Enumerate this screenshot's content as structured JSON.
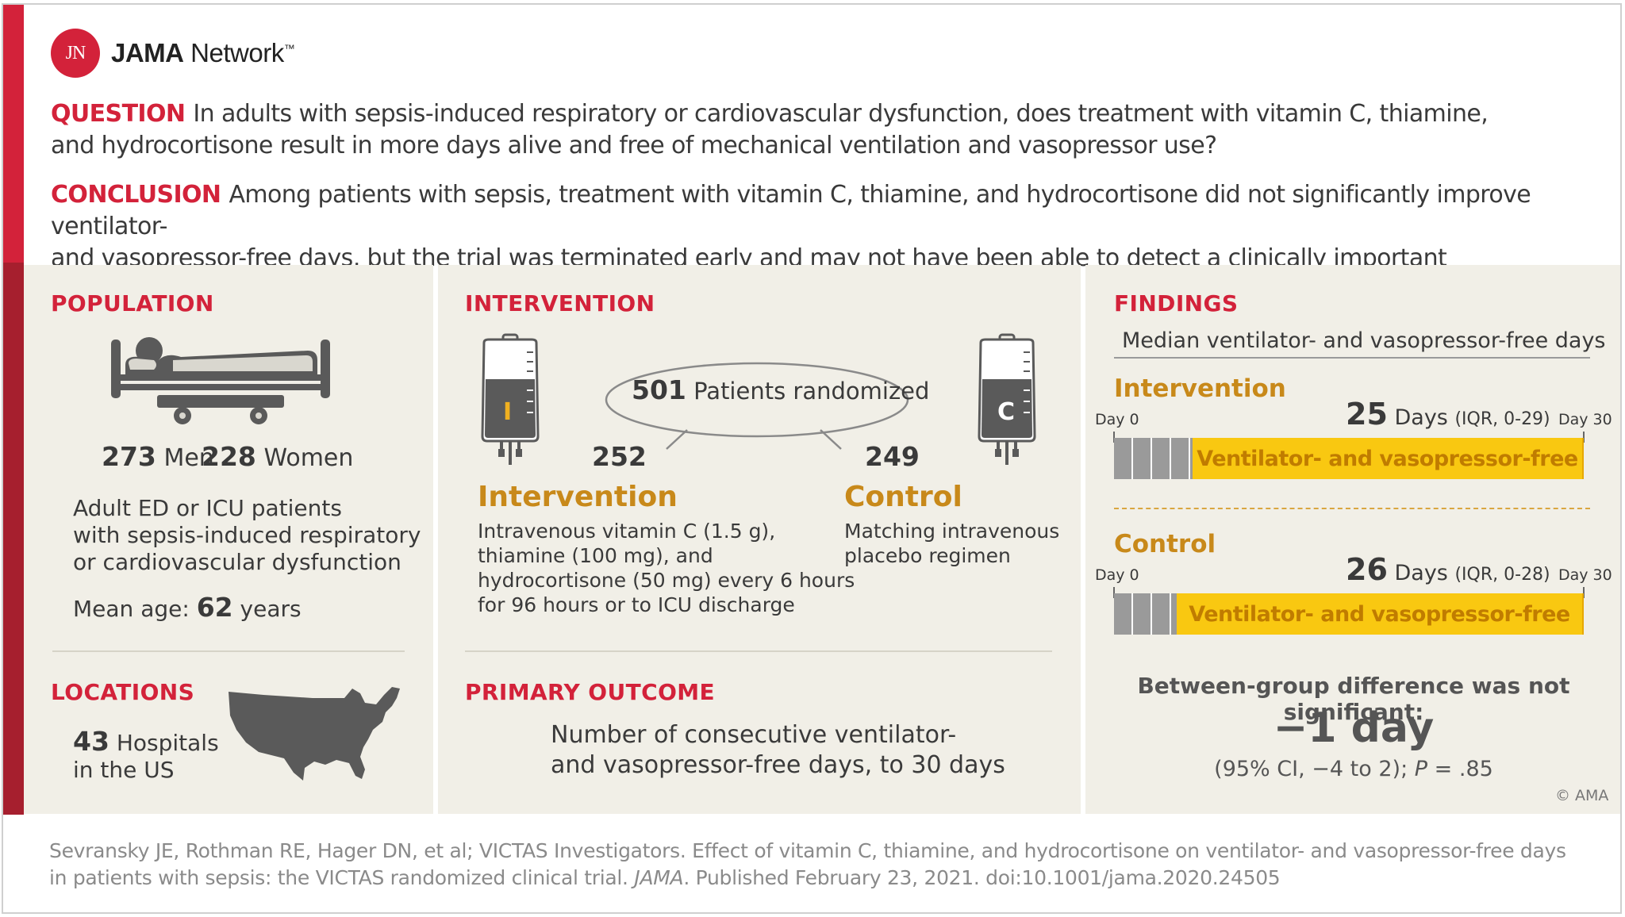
{
  "brand": {
    "logo_mark": "JN",
    "name_bold": "JAMA",
    "name_rest": " Network",
    "tm": "™"
  },
  "question": {
    "label": "QUESTION",
    "line1": "In adults with sepsis-induced respiratory or cardiovascular dysfunction, does treatment with vitamin C, thiamine,",
    "line2": "and hydrocortisone result in more days alive and free of mechanical ventilation and vasopressor use?"
  },
  "conclusion": {
    "label": "CONCLUSION",
    "line1": "Among patients with sepsis, treatment with vitamin C, thiamine, and hydrocortisone did not significantly improve ventilator-",
    "line2": "and vasopressor-free days, but the trial was terminated early and may not have been able to detect a clinically important difference."
  },
  "population": {
    "heading": "POPULATION",
    "men_count": "273",
    "men_label": "Men",
    "women_count": "228",
    "women_label": "Women",
    "desc1": "Adult ED or ICU patients",
    "desc2": "with sepsis-induced respiratory",
    "desc3": "or cardiovascular dysfunction",
    "age_label": "Mean age:",
    "age_value": "62",
    "age_unit": "years"
  },
  "locations": {
    "heading": "LOCATIONS",
    "count": "43",
    "label1": "Hospitals",
    "label2": "in the US"
  },
  "intervention": {
    "heading": "INTERVENTION",
    "randomized_count": "501",
    "randomized_label": "Patients randomized",
    "bag_i": "I",
    "bag_c": "C",
    "int_count": "252",
    "ctl_count": "249",
    "int_title": "Intervention",
    "int_desc1": "Intravenous vitamin C (1.5 g),",
    "int_desc2": "thiamine (100 mg), and",
    "int_desc3": "hydrocortisone (50 mg) every 6 hours",
    "int_desc4": "for 96 hours or to ICU discharge",
    "ctl_title": "Control",
    "ctl_desc1": "Matching intravenous",
    "ctl_desc2": "placebo regimen"
  },
  "primary_outcome": {
    "heading": "PRIMARY OUTCOME",
    "line1": "Number of consecutive ventilator-",
    "line2": "and vasopressor-free days, to 30 days"
  },
  "findings": {
    "heading": "FINDINGS",
    "subtitle": "Median ventilator- and vasopressor-free days",
    "day0": "Day 0",
    "day30": "Day 30",
    "days_word": "Days",
    "bar_label": "Ventilator- and vasopressor-free",
    "groups": [
      {
        "name": "Intervention",
        "median": "25",
        "iqr": "(IQR, 0-29)",
        "median_days": 25
      },
      {
        "name": "Control",
        "median": "26",
        "iqr": "(IQR, 0-28)",
        "median_days": 26
      }
    ],
    "diff_label": "Between-group difference was not significant:",
    "diff_value": "−1 day",
    "ci_text": "(95% CI, −4 to 2);",
    "p_label": "P",
    "p_value": "= .85",
    "copyright": "© AMA"
  },
  "reference": {
    "line1": "Sevransky JE, Rothman RE, Hager DN, et al; VICTAS Investigators. Effect of vitamin C, thiamine, and hydrocortisone on ventilator- and vasopressor-free days",
    "line2_a": "in patients with sepsis: the VICTAS randomized clinical trial.",
    "journal": "JAMA",
    "line2_b": ". Published February 23, 2021. doi:10.1001/jama.2020.24505"
  },
  "colors": {
    "brand_red": "#d3223a",
    "dark_red": "#a61f2e",
    "gold_text": "#c8891a",
    "bar_yellow": "#f9c811",
    "bar_grey": "#9a9a9a",
    "panel_bg": "#f1efe7"
  },
  "icons": [
    "hospital-bed-icon",
    "us-map-icon",
    "iv-bag-intervention-icon",
    "iv-bag-control-icon"
  ]
}
